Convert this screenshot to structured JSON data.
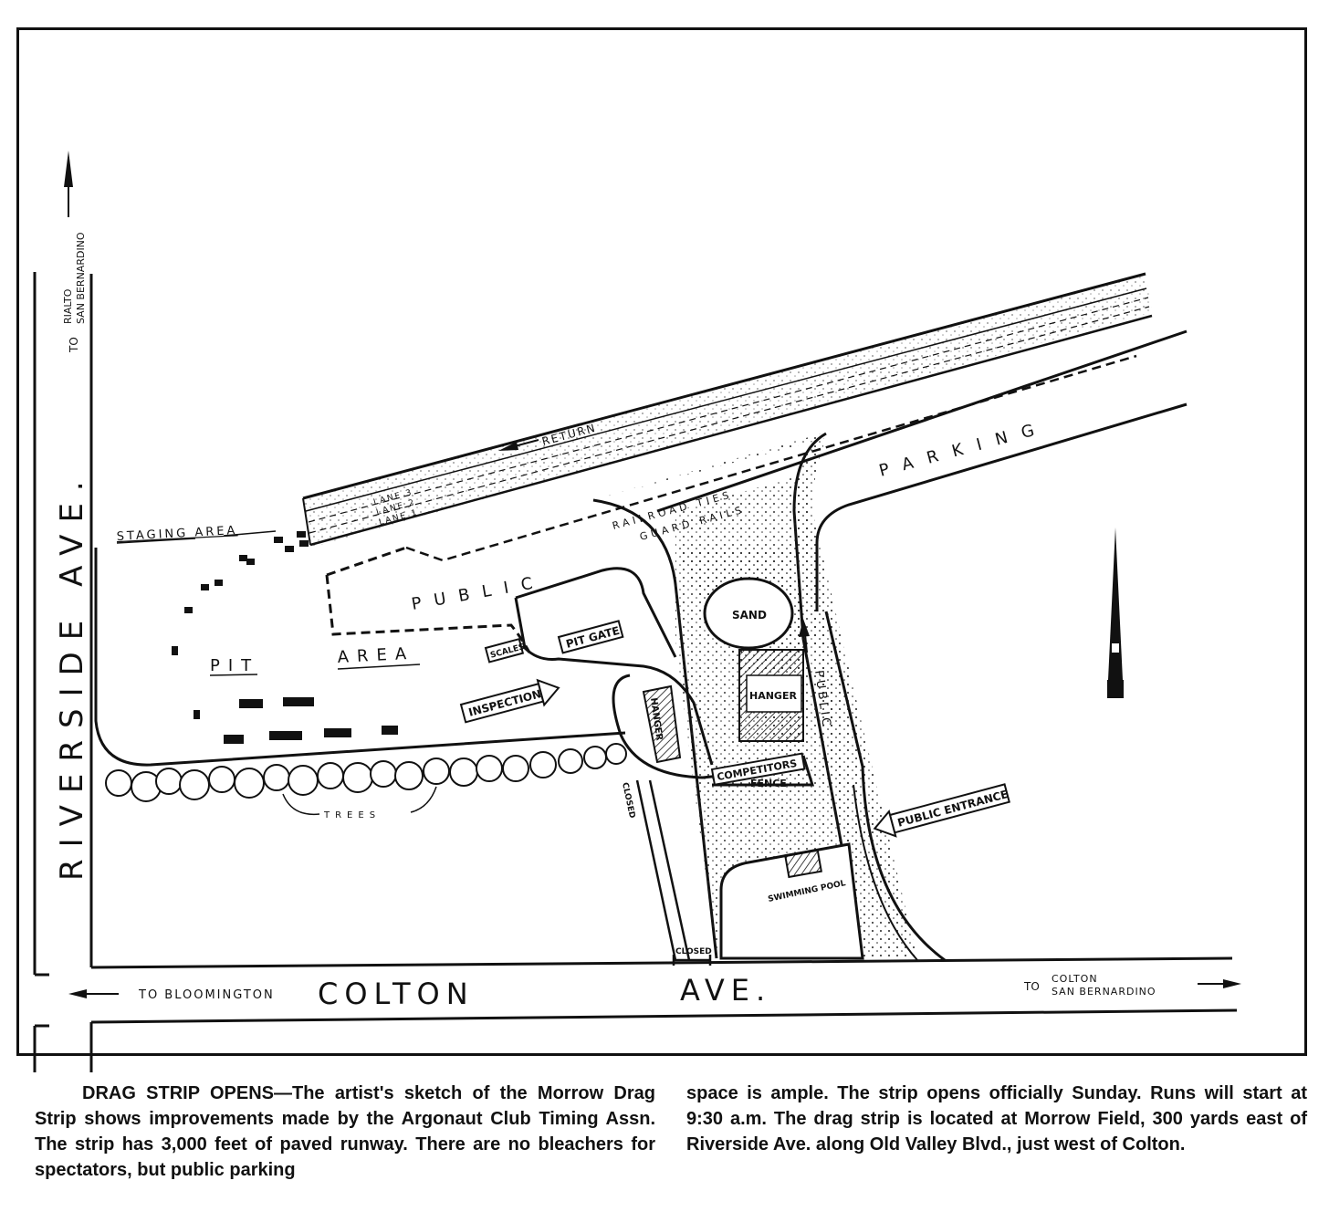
{
  "streets": {
    "riverside": "RIVERSIDE AVE.",
    "colton_part1": "COLTON",
    "colton_part2": "AVE.",
    "to_bloomington": "TO BLOOMINGTON",
    "to_rialto_to": "TO",
    "to_rialto_line1": "RIALTO",
    "to_rialto_line2": "SAN BERNARDINO",
    "to_colton_to": "TO",
    "to_colton_line1": "COLTON",
    "to_colton_line2": "SAN BERNARDINO"
  },
  "labels": {
    "return": "RETURN",
    "lane3": "LANE 3",
    "lane2": "LANE 2",
    "lane1": "LANE 1",
    "staging": "STAGING AREA",
    "parking": "PARKING",
    "railroad_ties": "RAILROAD TIES",
    "guard_rails": "GUARD RAILS",
    "public_area": "PUBLIC",
    "pit": "PIT",
    "area": "AREA",
    "scales": "SCALES",
    "pit_gate": "PIT GATE",
    "inspection": "INSPECTION",
    "sand": "SAND",
    "hanger1": "HANGER",
    "hanger2": "HANGER",
    "public_road": "PUBLIC",
    "competitors": "COMPETITORS",
    "fence": "FENCE",
    "closed1": "CLOSED",
    "closed2": "CLOSED",
    "trees": "TREES",
    "public_entrance": "PUBLIC ENTRANCE",
    "swimming_pool": "SWIMMING POOL"
  },
  "caption": {
    "headline": "DRAG STRIP OPENS",
    "left_body": "—The artist's sketch of the Morrow Drag Strip shows improvements made by the Argonaut Club Timing Assn. The strip has 3,000 feet of paved runway. There are no bleachers for spectators, but public parking",
    "right_body": "space is ample. The strip opens officially Sunday. Runs will start at 9:30 a.m. The drag strip is located at Morrow Field, 300 yards east of Riverside Ave. along Old Valley Blvd., just west of Colton."
  }
}
